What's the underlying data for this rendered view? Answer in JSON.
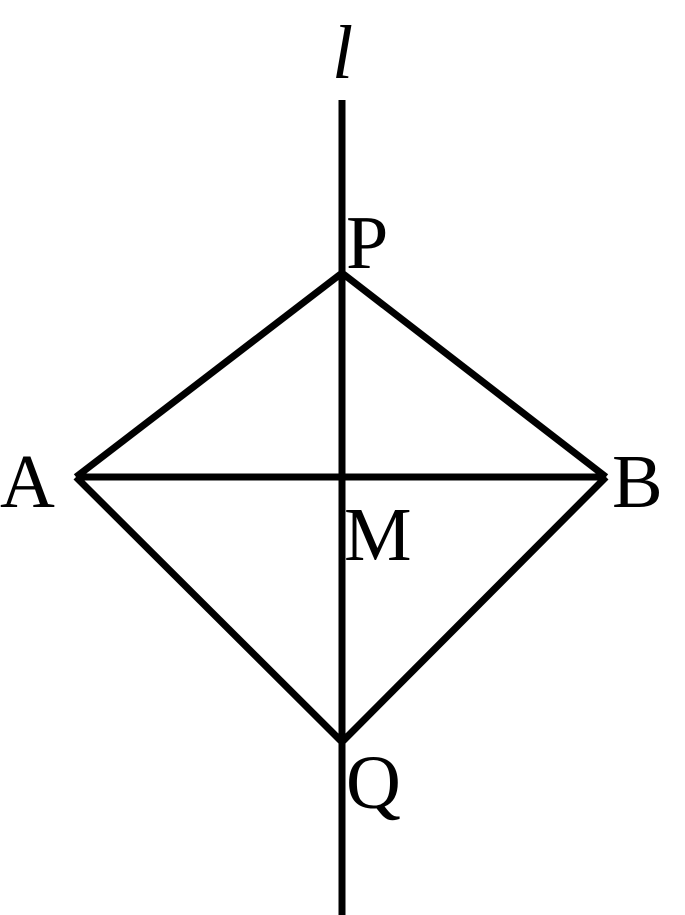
{
  "labels": {
    "line": "l",
    "P": "P",
    "A": "A",
    "B": "B",
    "M": "M",
    "Q": "Q"
  },
  "colors": {
    "stroke": "#000000",
    "background": "#ffffff"
  }
}
